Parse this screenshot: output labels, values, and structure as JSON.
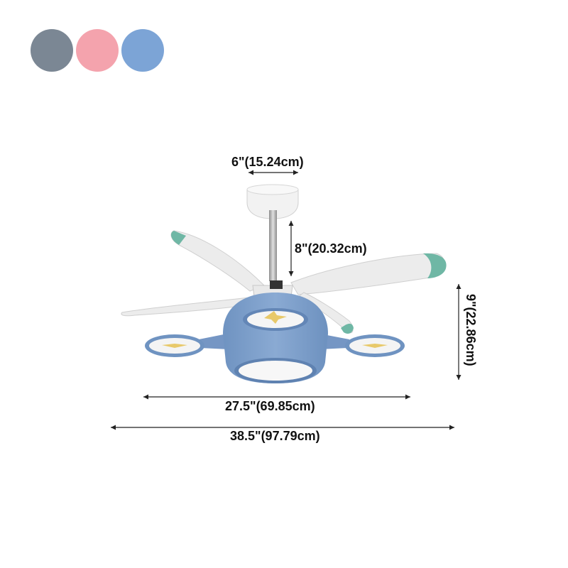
{
  "color_options": [
    {
      "name": "gray",
      "color": "#7b8794"
    },
    {
      "name": "pink",
      "color": "#f4a3ad"
    },
    {
      "name": "blue",
      "color": "#7ca4d6"
    }
  ],
  "dimensions": {
    "canopy_width": "6\"(15.24cm)",
    "downrod_length": "8\"(20.32cm)",
    "body_height": "9\"(22.86cm)",
    "light_span": "27.5\"(69.85cm)",
    "blade_span": "38.5\"(97.79cm)"
  },
  "product_colors": {
    "body": "#7e9fc9",
    "blade": "#ececec",
    "blade_tip": "#6fb7a5",
    "canopy": "#f2f2f2",
    "star": "#e8c96a"
  }
}
